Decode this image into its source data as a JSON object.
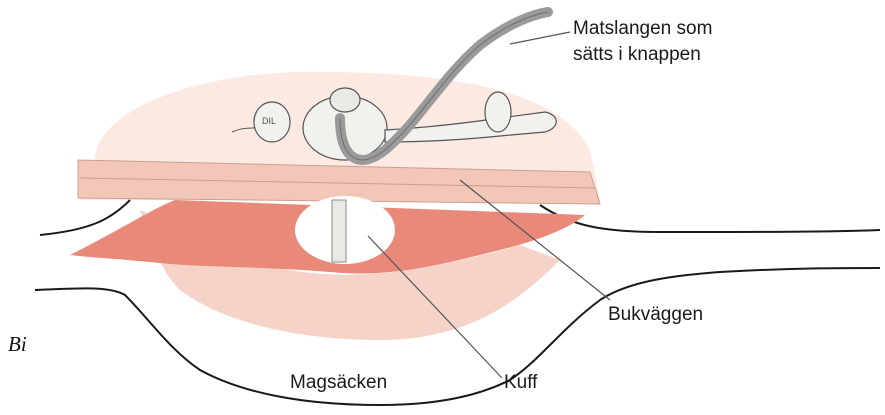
{
  "labels": {
    "tube_line1": "Matslangen som",
    "tube_line2": "sätts i knappen",
    "abdominal_wall": "Bukväggen",
    "cuff": "Kuff",
    "stomach": "Magsäcken",
    "side_fragment": "Bi"
  },
  "colors": {
    "skin_top": "#fbe9e2",
    "wall_band": "#f3c7b8",
    "stomach_wall": "#f6d3c8",
    "muscle": "#e8897a",
    "outline": "#1a1a1a",
    "tube": "#9a9a9a",
    "device": "#f1f1ee"
  }
}
